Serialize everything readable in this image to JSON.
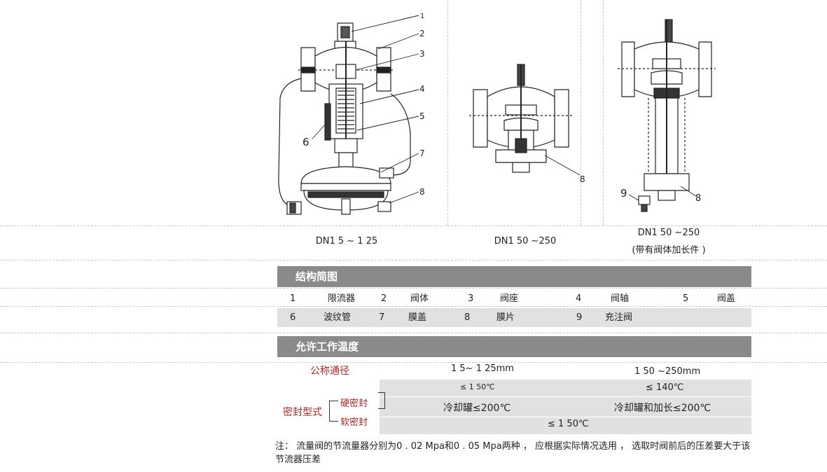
{
  "figures": {
    "fig1": {
      "caption": "DN1 5 ~ 1 25",
      "callouts": [
        "1",
        "2",
        "3",
        "4",
        "5",
        "6",
        "7",
        "8"
      ]
    },
    "fig2": {
      "caption": "DN1 50 ~250",
      "callouts": [
        "8"
      ]
    },
    "fig3": {
      "caption_line1": "DN1 50 ~250",
      "caption_line2": "(带有阀体加长件 )",
      "callouts": [
        "9",
        "8"
      ]
    }
  },
  "structure": {
    "title": "结构简图",
    "row1": [
      {
        "num": "1",
        "name": "限流器"
      },
      {
        "num": "2",
        "name": "阀体"
      },
      {
        "num": "3",
        "name": "阀座"
      },
      {
        "num": "4",
        "name": "阀轴"
      },
      {
        "num": "5",
        "name": "阀盖"
      }
    ],
    "row2": [
      {
        "num": "6",
        "name": "波纹管"
      },
      {
        "num": "7",
        "name": "膜盖"
      },
      {
        "num": "8",
        "name": "膜片"
      },
      {
        "num": "9",
        "name": "充注阀"
      }
    ]
  },
  "temperature": {
    "title": "允许工作温度",
    "nominal_label": "公称通径",
    "col1_header": "1 5~ 1 25mm",
    "col2_header": "1 50 ~250mm",
    "seal_type_label": "密封型式",
    "hard_seal_label": "硬密封",
    "soft_seal_label": "软密封",
    "hard_col1_top": "≤ 1 50℃",
    "hard_col2_top": "≤ 140℃",
    "hard_col1_bottom": "冷却罐≤200℃",
    "hard_col2_bottom": "冷却罐和加长≤200℃",
    "soft_value": "≤ 1 50℃",
    "colors": {
      "label_red": "#a02a2a",
      "bar_gray": "#8a8a8a",
      "cell_gray": "#e1e1e1"
    }
  },
  "note": {
    "text": "注： 流量阀的节流量器分别为0 . 02 Mpa和0 . 05 Mpa两种 ， 应根据实际情况选用 ， 选取时阀前后的压差要大于该节流器压差"
  }
}
